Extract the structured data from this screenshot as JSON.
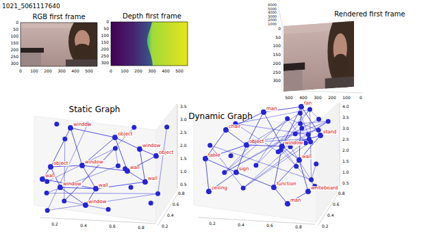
{
  "diagram": {
    "nodes": [
      {
        "text": [
          "window"
        ]
      },
      {
        "text": [
          "object"
        ]
      },
      {
        "text": [
          "window"
        ]
      },
      {
        "text": [
          "object"
        ]
      },
      {
        "text": [
          "object"
        ]
      },
      {
        "text": [
          "window"
        ]
      },
      {
        "text": [
          "wall"
        ]
      },
      {
        "text": [
          "wall"
        ]
      },
      {
        "text": [
          "wall"
        ]
      },
      {
        "text": [
          "window"
        ]
      },
      {
        "text": [
          "window"
        ]
      },
      {
        "text": [
          "wall"
        ]
      },
      {
        "text": [
          "man"
        ]
      },
      {
        "text": [
          "fan"
        ]
      },
      {
        "text": [
          "chair"
        ]
      },
      {
        "text": [
          "stand"
        ]
      },
      {
        "text": [
          "window"
        ]
      },
      {
        "text": [
          "object"
        ]
      },
      {
        "text": [
          "table"
        ]
      },
      {
        "text": [
          "wall"
        ]
      },
      {
        "text": [
          "sign"
        ]
      },
      {
        "text": [
          "function"
        ]
      },
      {
        "text": [
          "whiteboard"
        ]
      },
      {
        "text": [
          "man"
        ]
      },
      {
        "text": [
          "ceiling"
        ]
      }
    ],
    "edges": [
      {
        "from": 0,
        "to": 1,
        "arrow": "none"
      },
      {
        "from": 0,
        "to": 5,
        "arrow": "none"
      },
      {
        "from": 1,
        "to": 2,
        "arrow": "none"
      },
      {
        "from": 1,
        "to": 6,
        "arrow": "none"
      },
      {
        "from": 2,
        "to": 3,
        "arrow": "none"
      },
      {
        "from": 3,
        "to": 6,
        "arrow": "none"
      },
      {
        "from": 4,
        "to": 5,
        "arrow": "none"
      },
      {
        "from": 5,
        "to": 6,
        "arrow": "none"
      },
      {
        "from": 5,
        "to": 8,
        "arrow": "none"
      },
      {
        "from": 6,
        "to": 7,
        "arrow": "none"
      },
      {
        "from": 7,
        "to": 8,
        "arrow": "none"
      },
      {
        "from": 8,
        "to": 10,
        "arrow": "none"
      },
      {
        "from": 9,
        "to": 10,
        "arrow": "none"
      },
      {
        "from": 4,
        "to": 9,
        "arrow": "none"
      },
      {
        "from": 11,
        "to": 4,
        "arrow": "none"
      },
      {
        "from": 11,
        "to": 8,
        "arrow": "none"
      },
      {
        "from": 2,
        "to": 7,
        "arrow": "none"
      },
      {
        "from": 0,
        "to": 4,
        "arrow": "none"
      },
      {
        "from": 1,
        "to": 5,
        "arrow": "none"
      },
      {
        "from": 9,
        "to": 8,
        "arrow": "none"
      },
      {
        "from": 12,
        "to": 13,
        "arrow": "none"
      },
      {
        "from": 12,
        "to": 14,
        "arrow": "none"
      },
      {
        "from": 12,
        "to": 16,
        "arrow": "none"
      },
      {
        "from": 12,
        "to": 17,
        "arrow": "none"
      },
      {
        "from": 13,
        "to": 15,
        "arrow": "none"
      },
      {
        "from": 13,
        "to": 16,
        "arrow": "none"
      },
      {
        "from": 14,
        "to": 17,
        "arrow": "none"
      },
      {
        "from": 14,
        "to": 18,
        "arrow": "none"
      },
      {
        "from": 15,
        "to": 16,
        "arrow": "none"
      },
      {
        "from": 15,
        "to": 19,
        "arrow": "none"
      },
      {
        "from": 16,
        "to": 17,
        "arrow": "none"
      },
      {
        "from": 16,
        "to": 19,
        "arrow": "none"
      },
      {
        "from": 17,
        "to": 18,
        "arrow": "none"
      },
      {
        "from": 17,
        "to": 20,
        "arrow": "none"
      },
      {
        "from": 18,
        "to": 20,
        "arrow": "none"
      },
      {
        "from": 18,
        "to": 24,
        "arrow": "none"
      },
      {
        "from": 19,
        "to": 21,
        "arrow": "none"
      },
      {
        "from": 19,
        "to": 22,
        "arrow": "none"
      },
      {
        "from": 20,
        "to": 21,
        "arrow": "none"
      },
      {
        "from": 20,
        "to": 24,
        "arrow": "none"
      },
      {
        "from": 21,
        "to": 23,
        "arrow": "none"
      },
      {
        "from": 22,
        "to": 23,
        "arrow": "none"
      },
      {
        "from": 16,
        "to": 21,
        "arrow": "none"
      },
      {
        "from": 13,
        "to": 19,
        "arrow": "none"
      }
    ],
    "labels": [
      "1021_5061117640",
      "RGB first frame",
      "Depth first frame",
      "Rendered first frame",
      "0",
      "50",
      "100",
      "150",
      "200",
      "250",
      "300",
      "0",
      "100",
      "200",
      "300",
      "400",
      "500",
      "0",
      "50",
      "100",
      "150",
      "200",
      "250",
      "300",
      "0",
      "100",
      "200",
      "300",
      "400",
      "500",
      "0",
      "50",
      "100",
      "150",
      "200",
      "250",
      "300",
      "500",
      "400",
      "300",
      "200",
      "100",
      "0",
      "6000",
      "5000",
      "4000",
      "3000",
      "2000",
      "1000",
      "Static Graph",
      "Dynamic Graph",
      "0.5",
      "1.0",
      "1.5",
      "2.0",
      "2.5",
      "3.0",
      "3.5",
      "0.2",
      "0.4",
      "0.6",
      "0.8",
      "0.2",
      "0.4",
      "0.6",
      "0.8",
      "0.5",
      "1.0",
      "1.5",
      "2.0",
      "2.5",
      "3.0",
      "3.5",
      "4.0",
      "0.2",
      "0.4",
      "0.6",
      "0.8",
      "0.2",
      "0.4",
      "0.6",
      "0.8"
    ]
  }
}
